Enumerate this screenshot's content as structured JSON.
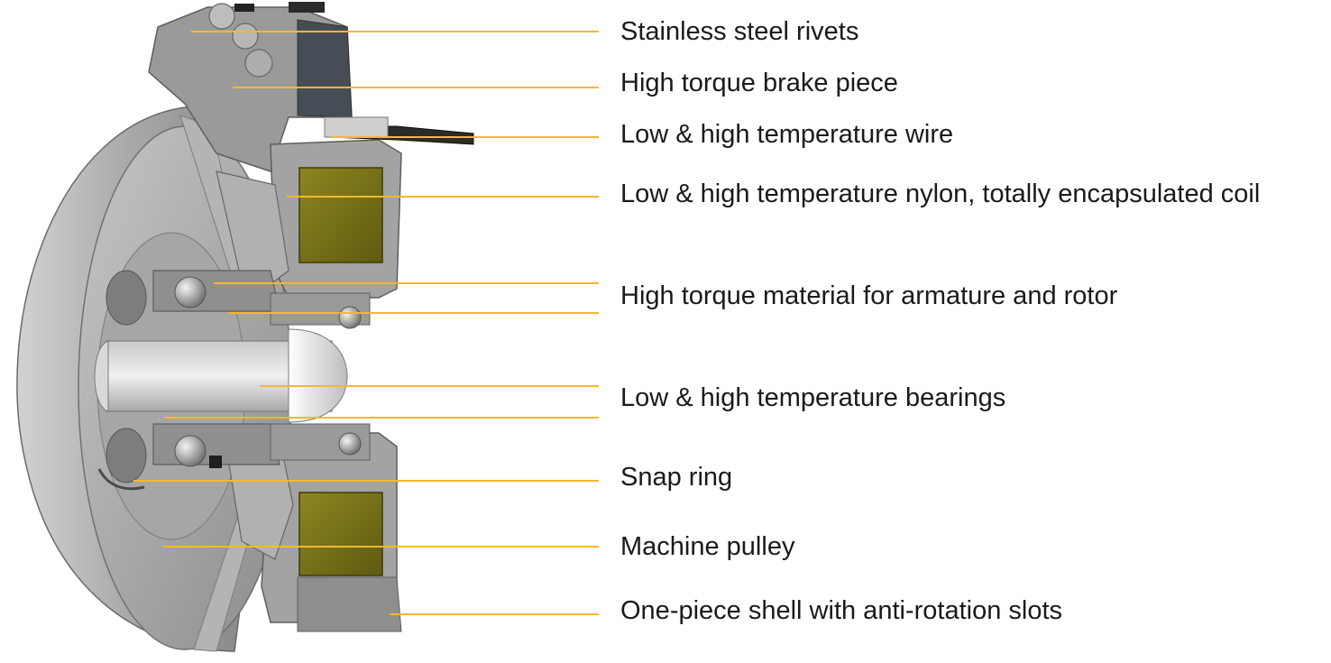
{
  "colors": {
    "leader_line": "#F5B82E",
    "coil": "#7A7416",
    "metal_light": "#B8B8B8",
    "metal_mid": "#8E8E8E",
    "metal_dark": "#555555",
    "text": "#1A1A1A"
  },
  "callouts": [
    {
      "id": "rivets",
      "label": "Stainless steel rivets"
    },
    {
      "id": "brake-piece",
      "label": "High torque brake piece"
    },
    {
      "id": "wire",
      "label": "Low & high temperature wire"
    },
    {
      "id": "coil",
      "label": "Low & high temperature nylon, totally encapsulated coil"
    },
    {
      "id": "armature-rotor",
      "label": "High torque material for armature and rotor"
    },
    {
      "id": "bearings",
      "label": "Low & high temperature bearings"
    },
    {
      "id": "snap-ring",
      "label": "Snap ring"
    },
    {
      "id": "pulley",
      "label": "Machine pulley"
    },
    {
      "id": "shell",
      "label": "One-piece shell with anti-rotation slots"
    }
  ]
}
